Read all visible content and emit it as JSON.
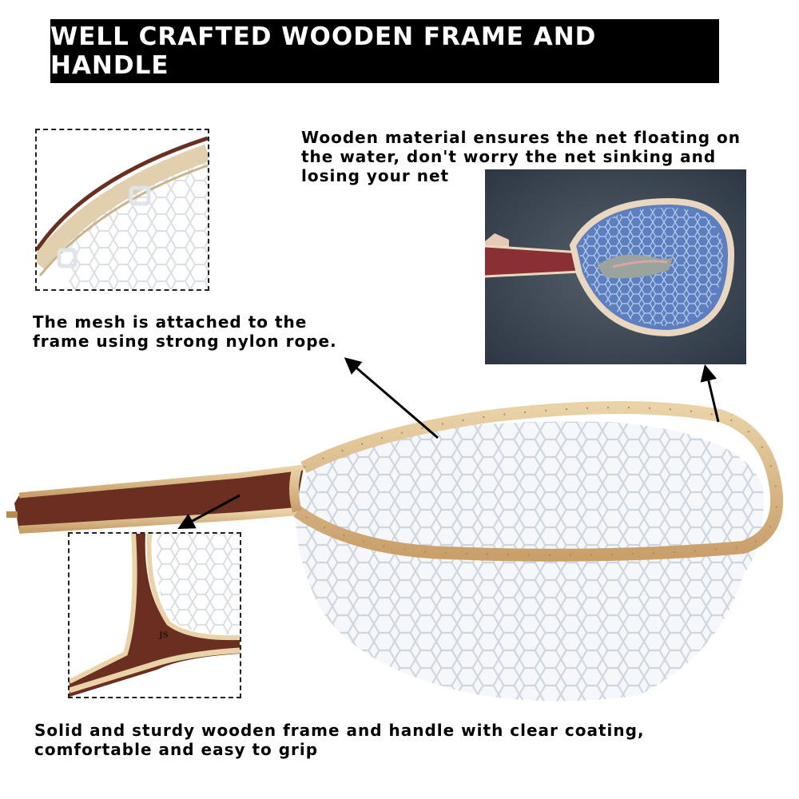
{
  "banner": {
    "title": "WELL CRAFTED WOODEN FRAME AND HANDLE"
  },
  "captions": {
    "floating": "Wooden material ensures the net floating on\nthe water, don't worry the net sinking and\nlosing your net",
    "mesh": "The mesh is attached to the\nframe using strong nylon rope.",
    "handle": "Solid and sturdy wooden frame and handle with clear coating,\ncomfortable and easy to grip"
  },
  "colors": {
    "banner_bg": "#000000",
    "banner_text": "#ffffff",
    "wood_light": "#d9b98a",
    "wood_dark": "#6b2f22",
    "mesh": "#e4e8ee",
    "water": "#3f4d5c"
  }
}
